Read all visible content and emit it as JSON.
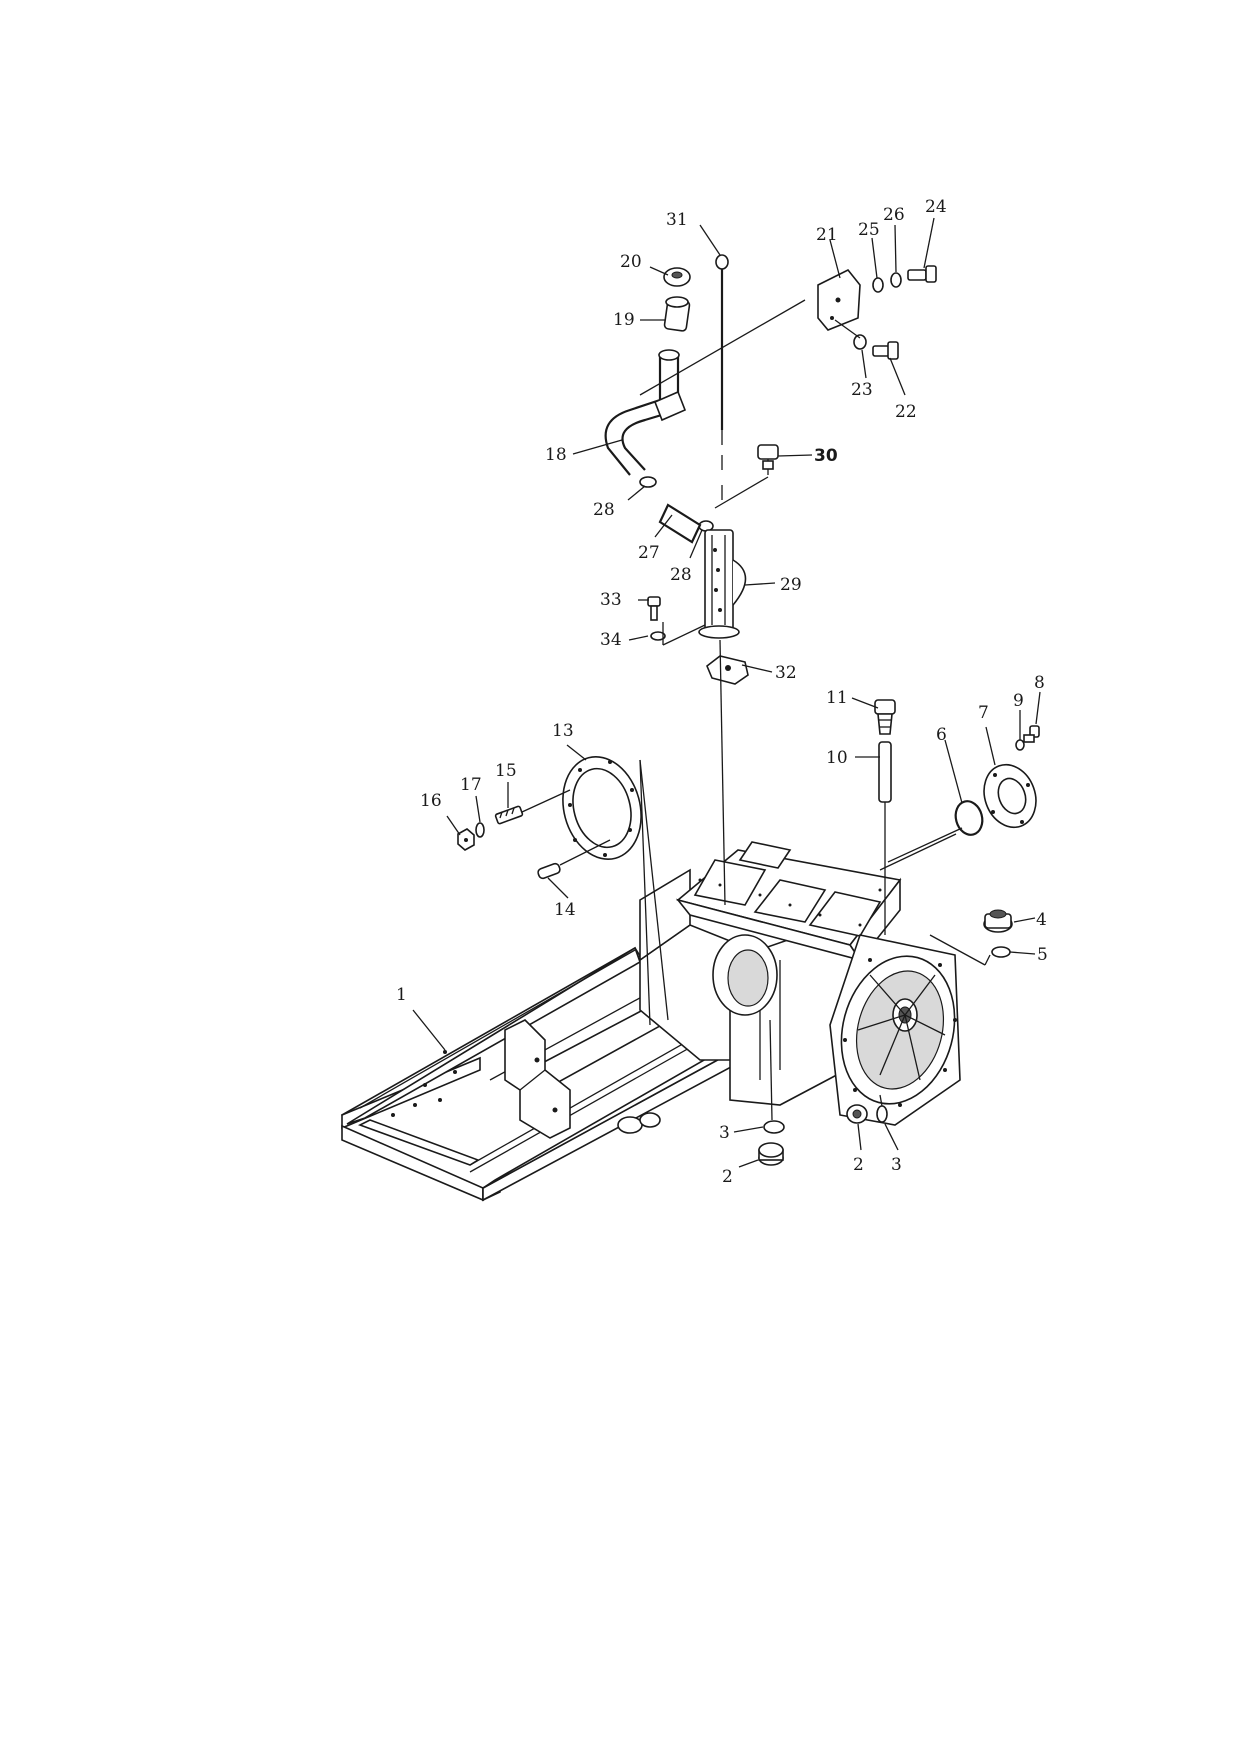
{
  "diagram": {
    "callouts": [
      {
        "id": "c1",
        "text": "1"
      },
      {
        "id": "c2a",
        "text": "2"
      },
      {
        "id": "c2b",
        "text": "2"
      },
      {
        "id": "c3a",
        "text": "3"
      },
      {
        "id": "c3b",
        "text": "3"
      },
      {
        "id": "c4",
        "text": "4"
      },
      {
        "id": "c5",
        "text": "5"
      },
      {
        "id": "c6",
        "text": "6"
      },
      {
        "id": "c7",
        "text": "7"
      },
      {
        "id": "c8",
        "text": "8"
      },
      {
        "id": "c9",
        "text": "9"
      },
      {
        "id": "c10",
        "text": "10"
      },
      {
        "id": "c11",
        "text": "11"
      },
      {
        "id": "c13",
        "text": "13"
      },
      {
        "id": "c14",
        "text": "14"
      },
      {
        "id": "c15",
        "text": "15"
      },
      {
        "id": "c16",
        "text": "16"
      },
      {
        "id": "c17",
        "text": "17"
      },
      {
        "id": "c18",
        "text": "18"
      },
      {
        "id": "c19",
        "text": "19"
      },
      {
        "id": "c20",
        "text": "20"
      },
      {
        "id": "c21",
        "text": "21"
      },
      {
        "id": "c22",
        "text": "22"
      },
      {
        "id": "c23",
        "text": "23"
      },
      {
        "id": "c24",
        "text": "24"
      },
      {
        "id": "c25",
        "text": "25"
      },
      {
        "id": "c26",
        "text": "26"
      },
      {
        "id": "c27",
        "text": "27"
      },
      {
        "id": "c28a",
        "text": "28"
      },
      {
        "id": "c28b",
        "text": "28"
      },
      {
        "id": "c29",
        "text": "29"
      },
      {
        "id": "c30",
        "text": "30"
      },
      {
        "id": "c31",
        "text": "31"
      },
      {
        "id": "c32",
        "text": "32"
      },
      {
        "id": "c33",
        "text": "33"
      },
      {
        "id": "c34",
        "text": "34"
      }
    ]
  }
}
